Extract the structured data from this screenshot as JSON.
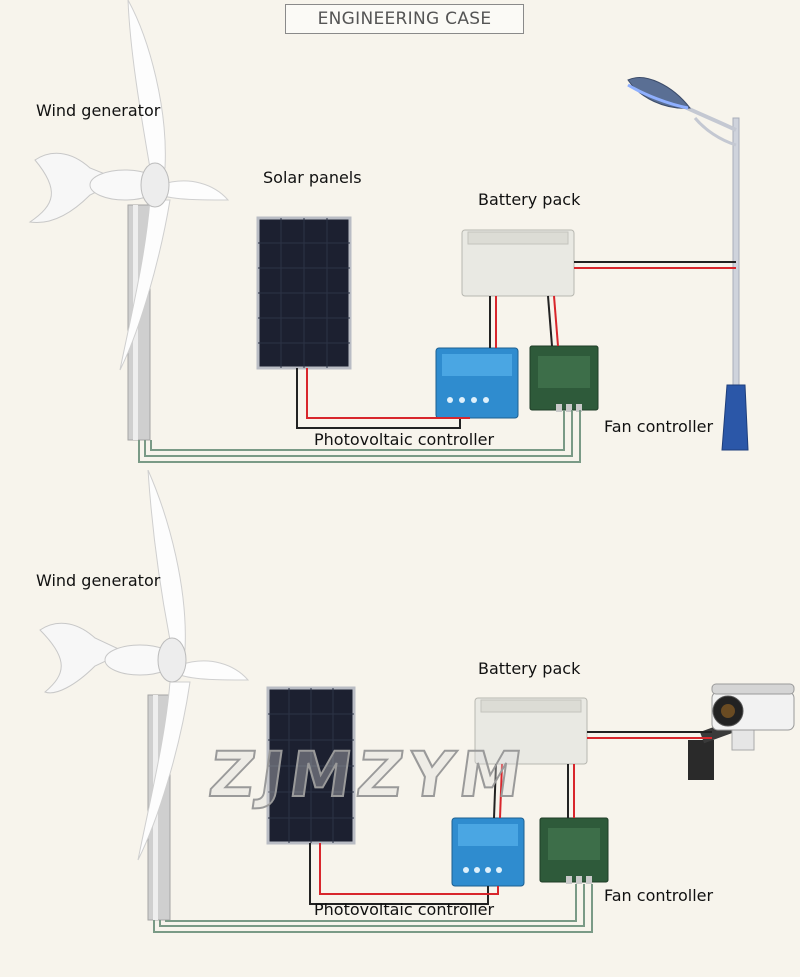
{
  "header": {
    "title": "ENGINEERING CASE"
  },
  "panel1": {
    "wind_generator": "Wind generator",
    "solar_panels": "Solar panels",
    "battery_pack": "Battery pack",
    "pv_controller": "Photovoltaic controller",
    "fan_controller": "Fan controller"
  },
  "panel2": {
    "wind_generator": "Wind generator",
    "battery_pack": "Battery pack",
    "pv_controller": "Photovoltaic controller",
    "fan_controller": "Fan controller"
  },
  "watermark": "ZJMZYM",
  "colors": {
    "background": "#f7f4ec",
    "wire_red": "#d8262c",
    "wire_dark": "#222222",
    "controller_blue": "#2f8ccf",
    "controller_green": "#2e5a3a"
  }
}
